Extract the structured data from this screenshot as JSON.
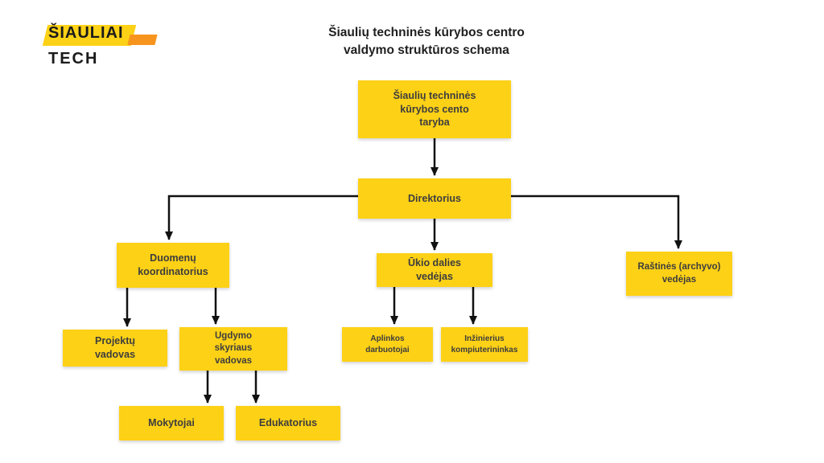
{
  "logo": {
    "line1": "ŠIAULIAI",
    "line2": "TECH"
  },
  "title": {
    "line1": "Šiaulių techninės kūrybos centro",
    "line2": "valdymo struktūros schema"
  },
  "nodes": {
    "taryba": "Šiaulių techninės kūrybos cento taryba",
    "direktorius": "Direktorius",
    "duomenu": "Duomenų koordinatorius",
    "ukio": "Ūkio dalies vedėjas",
    "rastines": "Raštinės (archyvo) vedėjas",
    "projektu": "Projektų vadovas",
    "ugdymo": "Ugdymo skyriaus vadovas",
    "aplinkos": "Aplinkos darbuotojai",
    "inzinierius": "Inžinierius kompiuterininkas",
    "mokytojai": "Mokytojai",
    "edukatorius": "Edukatorius"
  },
  "colors": {
    "box_yellow": "#FDD116",
    "logo_orange": "#F7941D",
    "arrow_black": "#111111",
    "text_dark": "#3d3d3d"
  }
}
